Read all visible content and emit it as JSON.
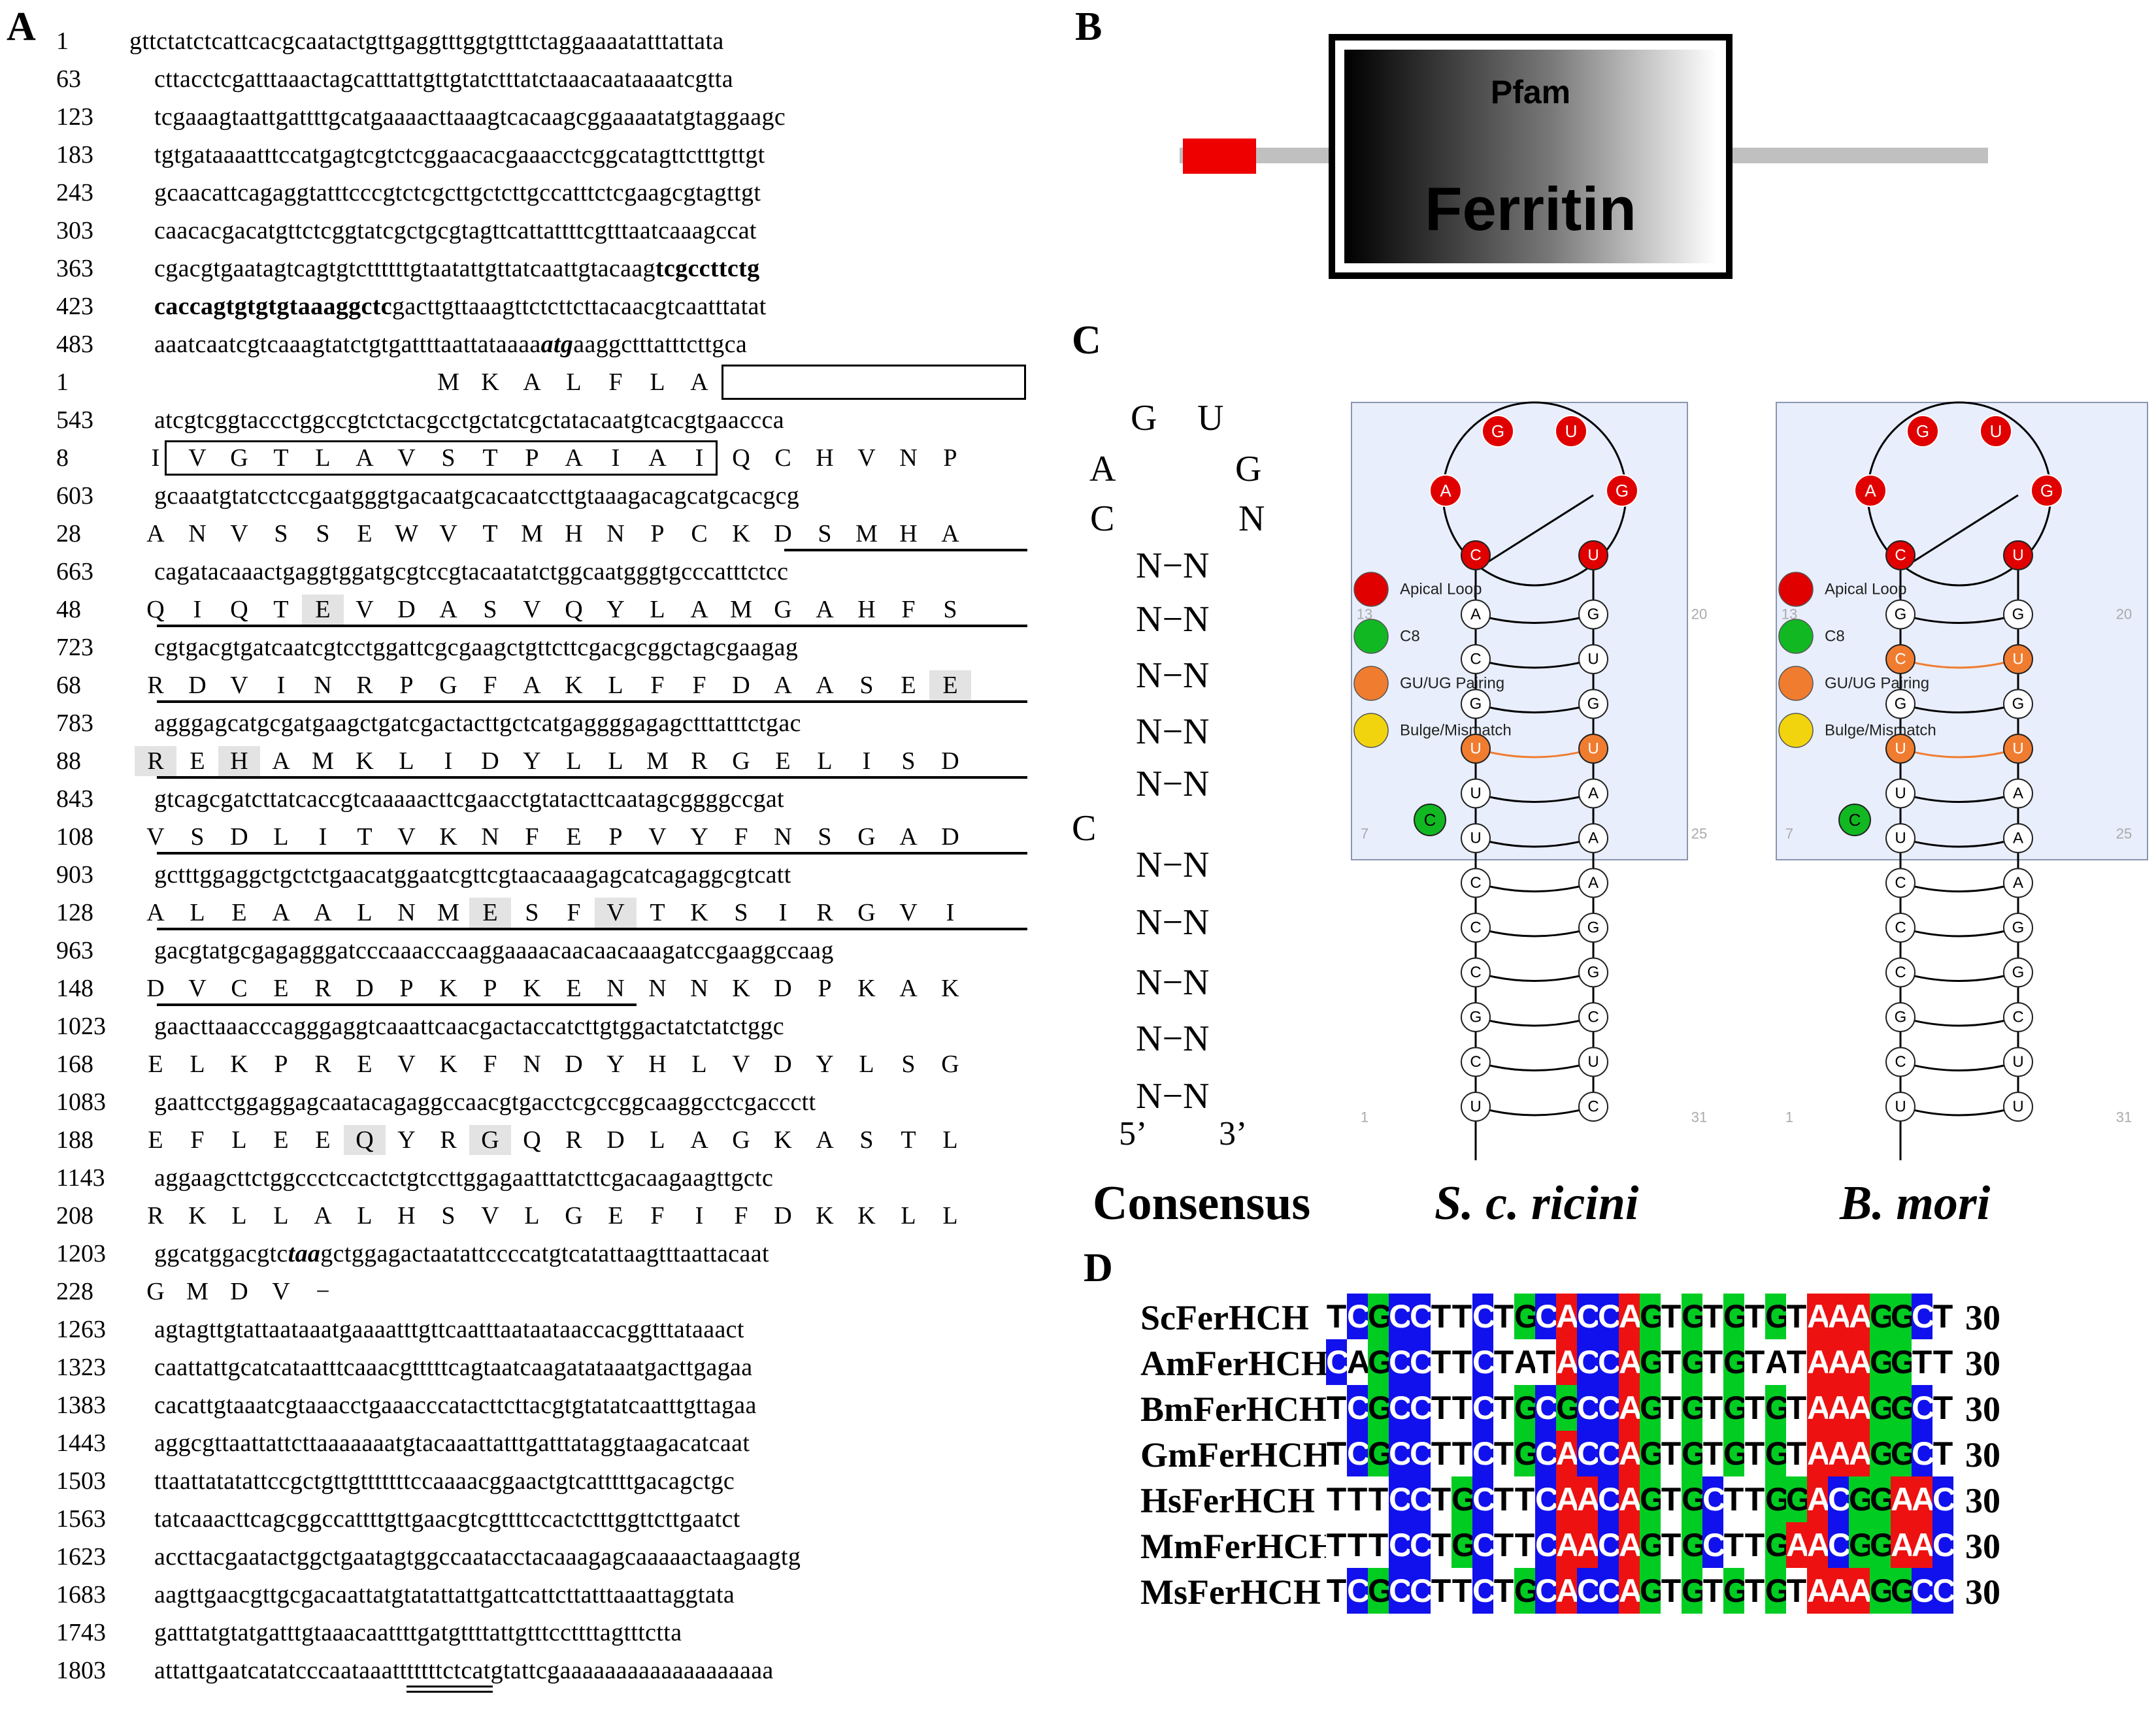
{
  "panel_labels": {
    "a": "A",
    "b": "B",
    "c": "C",
    "d": "D"
  },
  "colors": {
    "A": "#ee1111",
    "C": "#1111ee",
    "G": "#00cc22",
    "T": "#ffffff",
    "loop": "#e00000",
    "c8": "#11b822",
    "gu": "#f07c30",
    "bulge": "#f2d40e",
    "panel_bg": "#e8eefb",
    "signal_peptide": "#ee0000"
  },
  "sequence": [
    {
      "t": "nt",
      "num": "1",
      "segs": [
        {
          "s": "gttctatctcattcacgcaatactgttgaggtttggtgtttctaggaaaatatttattata"
        }
      ]
    },
    {
      "t": "nt",
      "num": "63",
      "segs": [
        {
          "s": "cttacctcgatttaaactagcatttattgttgtatctttatctaaacaataaaatcgtta"
        }
      ]
    },
    {
      "t": "nt",
      "num": "123",
      "segs": [
        {
          "s": "tcgaaagtaattgattttgcatgaaaacttaaagtcacaagcggaaaatatgtaggaagc"
        }
      ]
    },
    {
      "t": "nt",
      "num": "183",
      "segs": [
        {
          "s": "tgtgataaaatttccatgagtcgtctcggaacacgaaacctcggcatagttctttgttgt"
        }
      ]
    },
    {
      "t": "nt",
      "num": "243",
      "segs": [
        {
          "s": "gcaacattcagaggtatttcccgtctcgcttgctcttgccatttctcgaagcgtagttgt"
        }
      ]
    },
    {
      "t": "nt",
      "num": "303",
      "segs": [
        {
          "s": "caacacgacatgttctcggtatcgctgcgtagttcattattttcgtttaatcaaagccat"
        }
      ]
    },
    {
      "t": "nt",
      "num": "363",
      "segs": [
        {
          "s": "cgacgtgaatagtcagtgtcttttttgtaatattgttatcaattgtacaag"
        },
        {
          "s": "tcgccttctg",
          "c": "b"
        }
      ]
    },
    {
      "t": "nt",
      "num": "423",
      "segs": [
        {
          "s": "caccagtgtgtgtaaaggctc",
          "c": "b"
        },
        {
          "s": "gacttgttaaagttctcttcttacaacgtcaatttatat"
        }
      ]
    },
    {
      "t": "nt",
      "num": "483",
      "segs": [
        {
          "s": "aaatcaatcgtcaaagtatctgtgattttaattataaaa"
        },
        {
          "s": "atg",
          "c": "it"
        },
        {
          "s": "aaggctttatttcttgca"
        }
      ]
    },
    {
      "t": "aa",
      "num": "1",
      "aa": [
        " ",
        " ",
        " ",
        " ",
        " ",
        " ",
        " ",
        "M",
        "K",
        "A",
        "L",
        "F",
        "L",
        "A"
      ],
      "hl": []
    },
    {
      "t": "nt",
      "num": "543",
      "segs": [
        {
          "s": "atcgtcggtaccctggccgtctctacgcctgctatcgctatacaatgtcacgtgaaccca"
        }
      ]
    },
    {
      "t": "aa",
      "num": "8",
      "aa": [
        "I",
        "V",
        "G",
        "T",
        "L",
        "A",
        "V",
        "S",
        "T",
        "P",
        "A",
        "I",
        "A",
        "I",
        "Q",
        "C",
        "H",
        "V",
        "N",
        "P"
      ],
      "hl": []
    },
    {
      "t": "nt",
      "num": "603",
      "segs": [
        {
          "s": "gcaaatgtatcctccgaatgggtgacaatgcacaatccttgtaaagacagcatgcacgcg"
        }
      ]
    },
    {
      "t": "aa",
      "num": "28",
      "aa": [
        "A",
        "N",
        "V",
        "S",
        "S",
        "E",
        "W",
        "V",
        "T",
        "M",
        "H",
        "N",
        "P",
        "C",
        "K",
        "D",
        "S",
        "M",
        "H",
        "A"
      ],
      "hl": []
    },
    {
      "t": "nt",
      "num": "663",
      "segs": [
        {
          "s": "cagatacaaactgaggtggatgcgtccgtacaatatctggcaatgggtgcccatttctcc"
        }
      ]
    },
    {
      "t": "aa",
      "num": "48",
      "aa": [
        "Q",
        "I",
        "Q",
        "T",
        "E",
        "V",
        "D",
        "A",
        "S",
        "V",
        "Q",
        "Y",
        "L",
        "A",
        "M",
        "G",
        "A",
        "H",
        "F",
        "S"
      ],
      "hl": [
        4
      ]
    },
    {
      "t": "nt",
      "num": "723",
      "segs": [
        {
          "s": "cgtgacgtgatcaatcgtcctggattcgcgaagctgttcttcgacgcggctagcgaagag"
        }
      ]
    },
    {
      "t": "aa",
      "num": "68",
      "aa": [
        "R",
        "D",
        "V",
        "I",
        "N",
        "R",
        "P",
        "G",
        "F",
        "A",
        "K",
        "L",
        "F",
        "F",
        "D",
        "A",
        "A",
        "S",
        "E",
        "E"
      ],
      "hl": [
        19
      ]
    },
    {
      "t": "nt",
      "num": "783",
      "segs": [
        {
          "s": "agggagcatgcgatgaagctgatcgactacttgctcatgaggggagagctttatttctgac"
        }
      ]
    },
    {
      "t": "aa",
      "num": "88",
      "aa": [
        "R",
        "E",
        "H",
        "A",
        "M",
        "K",
        "L",
        "I",
        "D",
        "Y",
        "L",
        "L",
        "M",
        "R",
        "G",
        "E",
        "L",
        "I",
        "S",
        "D"
      ],
      "hl": [
        0,
        2
      ]
    },
    {
      "t": "nt",
      "num": "843",
      "segs": [
        {
          "s": "gtcagcgatcttatcaccgtcaaaaacttcgaacctgtatacttcaatagcggggccgat"
        }
      ]
    },
    {
      "t": "aa",
      "num": "108",
      "aa": [
        "V",
        "S",
        "D",
        "L",
        "I",
        "T",
        "V",
        "K",
        "N",
        "F",
        "E",
        "P",
        "V",
        "Y",
        "F",
        "N",
        "S",
        "G",
        "A",
        "D"
      ],
      "hl": []
    },
    {
      "t": "nt",
      "num": "903",
      "segs": [
        {
          "s": "gctttggaggctgctctgaacatggaatcgttcgtaacaaagagcatcagaggcgtcatt"
        }
      ]
    },
    {
      "t": "aa",
      "num": "128",
      "aa": [
        "A",
        "L",
        "E",
        "A",
        "A",
        "L",
        "N",
        "M",
        "E",
        "S",
        "F",
        "V",
        "T",
        "K",
        "S",
        "I",
        "R",
        "G",
        "V",
        "I"
      ],
      "hl": [
        8,
        11
      ]
    },
    {
      "t": "nt",
      "num": "963",
      "segs": [
        {
          "s": "gacgtatgcgagagggatcccaaacccaaggaaaacaacaacaaagatccgaaggccaag"
        }
      ]
    },
    {
      "t": "aa",
      "num": "148",
      "aa": [
        "D",
        "V",
        "C",
        "E",
        "R",
        "D",
        "P",
        "K",
        "P",
        "K",
        "E",
        "N",
        "N",
        "N",
        "K",
        "D",
        "P",
        "K",
        "A",
        "K"
      ],
      "hl": []
    },
    {
      "t": "nt",
      "num": "1023",
      "segs": [
        {
          "s": "gaacttaaacccagggaggtcaaattcaacgactaccatcttgtggactatctatctggc"
        }
      ]
    },
    {
      "t": "aa",
      "num": "168",
      "aa": [
        "E",
        "L",
        "K",
        "P",
        "R",
        "E",
        "V",
        "K",
        "F",
        "N",
        "D",
        "Y",
        "H",
        "L",
        "V",
        "D",
        "Y",
        "L",
        "S",
        "G"
      ],
      "hl": []
    },
    {
      "t": "nt",
      "num": "1083",
      "segs": [
        {
          "s": "gaattcctggaggagcaatacagaggccaacgtgacctcgccggcaaggcctcgaccctt"
        }
      ]
    },
    {
      "t": "aa",
      "num": "188",
      "aa": [
        "E",
        "F",
        "L",
        "E",
        "E",
        "Q",
        "Y",
        "R",
        "G",
        "Q",
        "R",
        "D",
        "L",
        "A",
        "G",
        "K",
        "A",
        "S",
        "T",
        "L"
      ],
      "hl": [
        5,
        8
      ]
    },
    {
      "t": "nt",
      "num": "1143",
      "segs": [
        {
          "s": "aggaagcttctggccctccactctgtccttggagaatttatcttcgacaagaagttgctc"
        }
      ]
    },
    {
      "t": "aa",
      "num": "208",
      "aa": [
        "R",
        "K",
        "L",
        "L",
        "A",
        "L",
        "H",
        "S",
        "V",
        "L",
        "G",
        "E",
        "F",
        "I",
        "F",
        "D",
        "K",
        "K",
        "L",
        "L"
      ],
      "hl": []
    },
    {
      "t": "nt",
      "num": "1203",
      "segs": [
        {
          "s": "ggcatggacgtc"
        },
        {
          "s": "taa",
          "c": "it"
        },
        {
          "s": "gctggagactaatattccccatgtcatattaagtttaattacaat"
        }
      ]
    },
    {
      "t": "aa",
      "num": "228",
      "aa": [
        "G",
        "M",
        "D",
        "V",
        "−"
      ],
      "hl": []
    },
    {
      "t": "nt",
      "num": "1263",
      "segs": [
        {
          "s": "agtagttgtattaataaatgaaaatttgttcaatttaataataaccacggtttataaact"
        }
      ]
    },
    {
      "t": "nt",
      "num": "1323",
      "segs": [
        {
          "s": "caattattgcatcataatttcaaacgtttttcagtaatcaagatataaatgacttgagaa"
        }
      ]
    },
    {
      "t": "nt",
      "num": "1383",
      "segs": [
        {
          "s": "cacattgtaaatcgtaaacctgaaacccatacttcttacgtgtatatcaatttgttagaa"
        }
      ]
    },
    {
      "t": "nt",
      "num": "1443",
      "segs": [
        {
          "s": "aggcgttaattattcttaaaaaaatgtacaaattatttgatttataggtaagacatcaat"
        }
      ]
    },
    {
      "t": "nt",
      "num": "1503",
      "segs": [
        {
          "s": "ttaattatatattccgctgttgtttttttccaaaacggaactgtcatttttgacagctgc"
        }
      ]
    },
    {
      "t": "nt",
      "num": "1563",
      "segs": [
        {
          "s": "tatcaaacttcagcggccattttgttgaacgtcgttttccactctttggttcttgaatct"
        }
      ]
    },
    {
      "t": "nt",
      "num": "1623",
      "segs": [
        {
          "s": "accttacgaatactggctgaatagtggccaatacctacaaagagcaaaaactaagaagtg"
        }
      ]
    },
    {
      "t": "nt",
      "num": "1683",
      "segs": [
        {
          "s": "aagttgaacgttgcgacaattatgtatattattgattcattcttatttaaattaggtata"
        }
      ]
    },
    {
      "t": "nt",
      "num": "1743",
      "segs": [
        {
          "s": "gatttatgtatgatttgtaaacaattttgatgttttattgtttccttttagtttctta"
        }
      ]
    },
    {
      "t": "nt",
      "num": "1803",
      "segs": [
        {
          "s": "attattgaatcatatcccaataaatttttttctcatgtattcgaaaaaaaaaaaaaaaaaaa"
        }
      ]
    }
  ],
  "panel_b": {
    "pfam_label": "Pfam",
    "domain_label": "Ferritin"
  },
  "panel_c": {
    "consensus_loop": {
      "g1": "G",
      "u": "U",
      "a": "A",
      "g2": "G",
      "c": "C",
      "n": "N",
      "bulge": "C"
    },
    "pair_symbol": "N−N",
    "end5": "5’",
    "end3": "3’",
    "captions": {
      "consensus": "Consensus",
      "sc": "S. c. ricini",
      "bm": "B. mori"
    },
    "legend": [
      "Apical Loop",
      "C8",
      "GU/UG Pairing",
      "Bulge/Mismatch"
    ],
    "ticks": {
      "t13": "13",
      "t20": "20",
      "t7": "7",
      "t25": "25",
      "t1": "1",
      "t31": "31"
    },
    "sc_left": [
      "C",
      "A",
      "C",
      "G",
      "U",
      "U",
      "U",
      "C",
      "C",
      "C",
      "G",
      "C",
      "U"
    ],
    "sc_right": [
      "U",
      "G",
      "U",
      "G",
      "U",
      "A",
      "A",
      "A",
      "G",
      "G",
      "C",
      "U",
      "C"
    ],
    "bm_left": [
      "C",
      "G",
      "C",
      "G",
      "U",
      "U",
      "U",
      "C",
      "C",
      "C",
      "G",
      "C",
      "U"
    ],
    "bm_right": [
      "U",
      "G",
      "U",
      "G",
      "U",
      "A",
      "A",
      "A",
      "G",
      "G",
      "C",
      "U",
      "U"
    ],
    "loop_nts": [
      "A",
      "G",
      "U",
      "G"
    ],
    "c8": "C"
  },
  "panel_d": {
    "end_number": "30",
    "rows": [
      {
        "name": "ScFerHCH",
        "seq": "TCGCCTTCTGCACCAGTGTGTGTAAAGGCT",
        "hide": []
      },
      {
        "name": "AmFerHCH",
        "seq": "CAGCCTTCTATACCAGTGTGTATAAAGGTT",
        "hide": [
          1,
          9,
          10,
          21,
          28
        ]
      },
      {
        "name": "BmFerHCH",
        "seq": "TCGCCTTCTGCGCCAGTGTGTGTAAAGGCT",
        "hide": []
      },
      {
        "name": "GmFerHCH",
        "seq": "TCGCCTTCTGCACCAGTGTGTGTAAAGGCT",
        "hide": []
      },
      {
        "name": "HsFerHCH",
        "seq": "TTTCCTGCTTCAACAGTGCTTGGACGGAAC",
        "hide": []
      },
      {
        "name": "MmFerHCH",
        "seq": "TTTCCTGCTTCAACAGTGCTTGAACGGAAC",
        "hide": []
      },
      {
        "name": "MsFerHCH",
        "seq": "TCGCCTTCTGCACCAGTGTGTGTAAAGGCC",
        "hide": []
      }
    ]
  }
}
